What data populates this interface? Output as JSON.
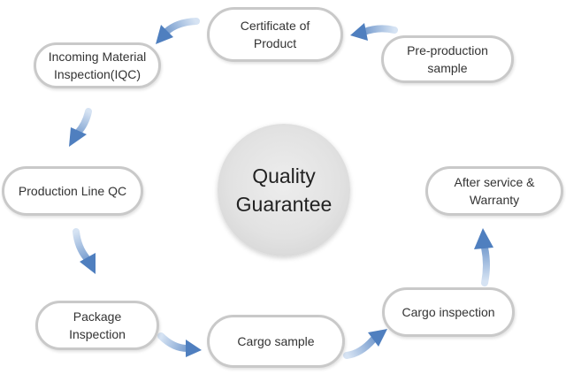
{
  "diagram": {
    "center_label": "Quality\nGuarantee",
    "nodes": {
      "certificate": "Certificate of\nProduct",
      "pre_production": "Pre-production\nsample",
      "iqc": "Incoming Material\nInspection(IQC)",
      "production_line": "Production Line QC",
      "after_service": "After service &\nWarranty",
      "package": "Package\nInspection",
      "cargo_sample": "Cargo sample",
      "cargo_inspection": "Cargo inspection"
    }
  },
  "colors": {
    "node_border": "#c9c9c9",
    "arrow_dark": "#4f7fbf",
    "arrow_light": "#d6e3f3"
  }
}
